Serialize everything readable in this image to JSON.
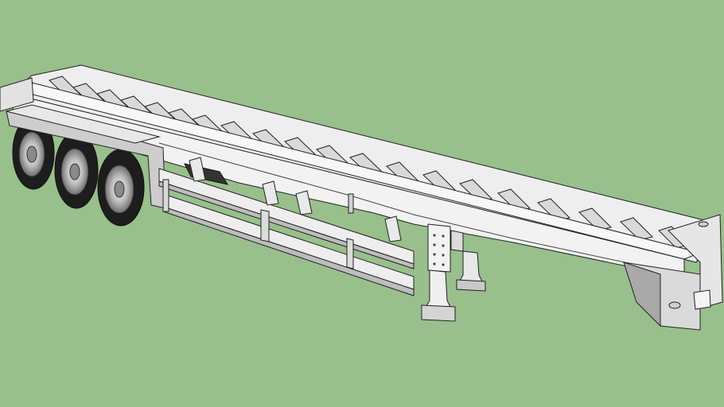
{
  "scene": {
    "subject": "triaxle-container-chassis-trailer",
    "axle_count": 3,
    "wheels": [
      "wheel-rear-outer",
      "wheel-middle",
      "wheel-front"
    ],
    "landing_gear_legs": 2,
    "colors": {
      "background": "#98bf8c",
      "frame": "#f3f3f3",
      "frame_shade": "#d6d6d6",
      "edge": "#202020",
      "tire": "#1d1d1d",
      "rim": "#c9c9c9",
      "fender": "#cfcfcf"
    }
  }
}
